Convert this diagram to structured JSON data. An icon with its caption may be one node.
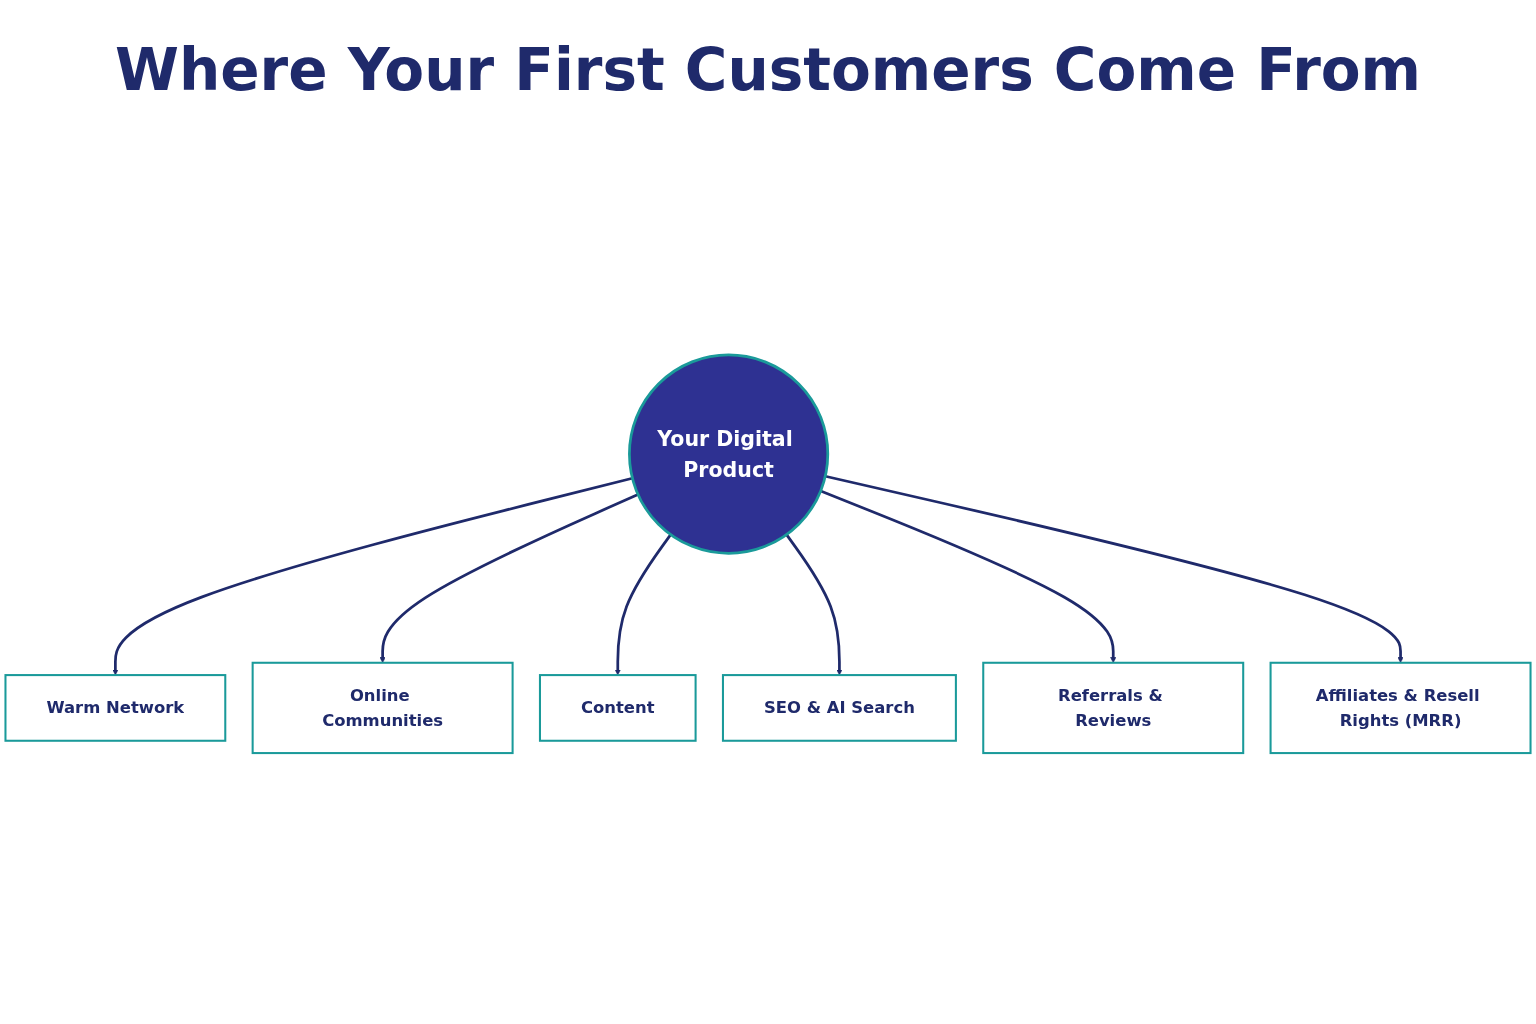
{
  "diagram": {
    "title": "Where Your First Customers Come From",
    "nodes": [
      {
        "text": [
          "Your Digital Product"
        ]
      },
      {
        "text": [
          "Warm Network"
        ]
      },
      {
        "text": [
          "Online Communities"
        ]
      },
      {
        "text": [
          "Content"
        ]
      },
      {
        "text": [
          "SEO & AI Search"
        ]
      },
      {
        "text": [
          "Referrals & Reviews"
        ]
      },
      {
        "text": [
          "Affiliates & Resell Rights (MRR)"
        ]
      }
    ],
    "edges": [
      {
        "from": 0,
        "to": 1,
        "arrow": "to"
      },
      {
        "from": 0,
        "to": 2,
        "arrow": "to"
      },
      {
        "from": 0,
        "to": 3,
        "arrow": "to"
      },
      {
        "from": 0,
        "to": 4,
        "arrow": "to"
      },
      {
        "from": 0,
        "to": 5,
        "arrow": "to"
      },
      {
        "from": 0,
        "to": 6,
        "arrow": "to"
      }
    ]
  }
}
